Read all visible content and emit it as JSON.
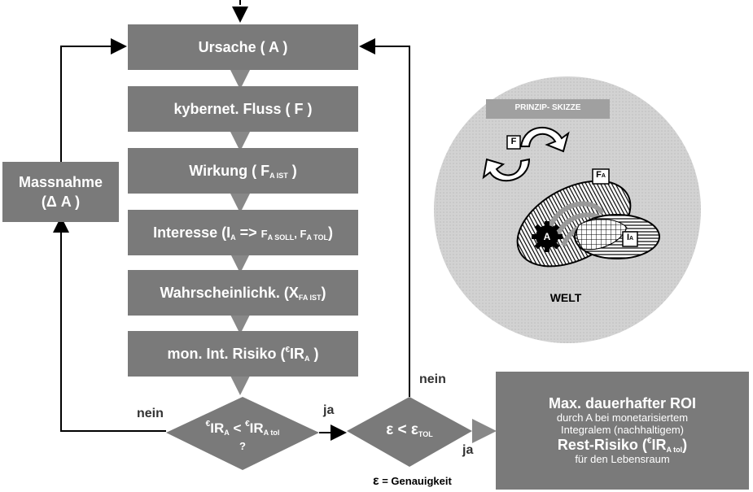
{
  "steps": [
    {
      "main": "Ursache  ( A )"
    },
    {
      "main": "kybernet. Fluss ( F )"
    },
    {
      "main": "Wirkung  ( F",
      "sub": "A IST",
      "tail": " )"
    },
    {
      "main": "Interesse  (I",
      "sub": "A",
      "mid": " => ",
      "sm1": "F",
      "sub2": "A SOLL",
      "sm2": ", F",
      "sub3": "A TOL",
      "tail": ")"
    },
    {
      "main": "Wahrscheinlichk.  (X",
      "sub": "FA IST",
      "tail": ")"
    },
    {
      "main": "mon. Int. Risiko   (",
      "sup": "€",
      "mid": "IR",
      "sub": "A",
      "tail": " )"
    }
  ],
  "massnahme": {
    "line1": "Massnahme",
    "line2": "(Δ A )"
  },
  "decision1": {
    "sup1": "€",
    "a": "IR",
    "sub1": "A",
    "b": " < ",
    "sup2": "€",
    "c": "IR",
    "sub2": "A tol",
    "q": "?"
  },
  "decision2": {
    "eps": "ε < ε",
    "sub": "TOL"
  },
  "labels": {
    "nein_left": "nein",
    "ja_mid": "ja",
    "nein_right": "nein",
    "ja_right": "ja",
    "epsilon_note_sym": "ε",
    "epsilon_note_text": " = Genauigkeit"
  },
  "result": {
    "line1": "Max. dauerhafter ROI",
    "line2": "durch A bei monetarisiertem",
    "line3": "Integralem (nachhaltigem)",
    "line4a": "Rest-Risiko (",
    "line4sup": "€",
    "line4b": "IR",
    "line4sub": "A tol",
    "line4c": ")",
    "line5": "für den Lebensraum"
  },
  "sketch": {
    "banner": "PRINZIP- SKIZZE",
    "world": "WELT",
    "tag_f": "F",
    "tag_fa": "F",
    "tag_fa_sub": "A",
    "tag_ia": "I",
    "tag_ia_sub": "A",
    "gear": "A"
  },
  "colors": {
    "box": "#7a7a7a",
    "connector": "#888888",
    "line": "#000000"
  }
}
